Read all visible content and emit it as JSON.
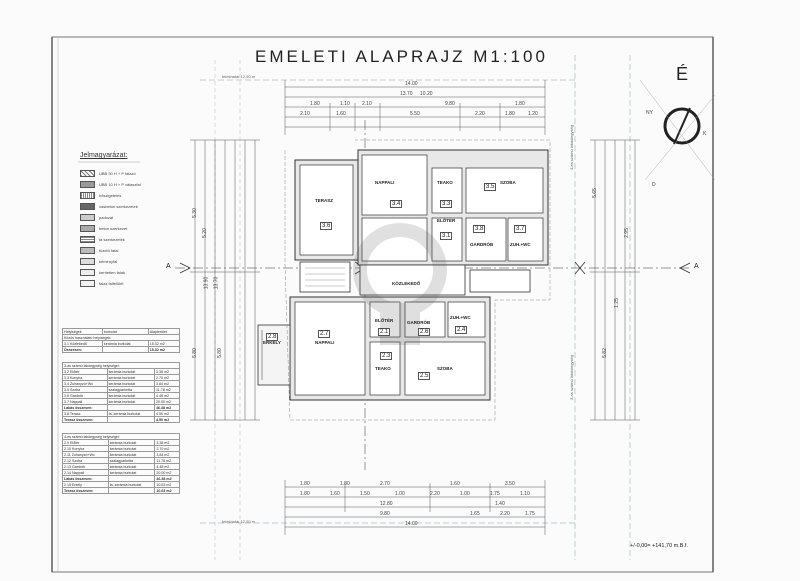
{
  "title": "EMELETI ALAPRAJZ M1:100",
  "compass": {
    "letter": "É",
    "labels": [
      "NY",
      "K",
      "D"
    ]
  },
  "section_marks": [
    "A",
    "A"
  ],
  "reference_lines": [
    "telekhatár 12.50 m",
    "telekhatár 12.50 m",
    "4-es számú lakáslegység",
    "3-as számú lakáslegység",
    "4-es számú lakáslegység",
    "3-as számú lakáslegység"
  ],
  "elevation_note": "+/-0,00= +141,70 m.B.f.",
  "legend": {
    "title": "Jelmagyarázat:",
    "items": [
      "UBB 30 H + P falazó",
      "UBB 10 H + P válaszfal",
      "hőszigetelés",
      "vasbeton szerkezetek",
      "padozat",
      "beton szerkezet",
      "fa szerkezetek",
      "tüzelő fafal",
      "kéményfal",
      "kerítetlen falak",
      "falaz falfelület"
    ]
  },
  "top_dims": {
    "overall": "14.00",
    "row2": [
      "13.70",
      "10.20"
    ],
    "row3": [
      "1.80",
      "1.10",
      "2.10",
      "9.80",
      "1.80"
    ],
    "row4": [
      "2.10",
      "1.60",
      "5.50",
      "2.20",
      "1.80",
      "1.20"
    ]
  },
  "bottom_dims": {
    "row1": [
      "1.80",
      "1.80",
      "2.70",
      "1.60",
      "3.50"
    ],
    "row2": [
      "1.80",
      "1.60",
      "1.50",
      "1.00",
      "2.20",
      "1.00",
      "1.75",
      "1.10"
    ],
    "row3": [
      "12.80",
      "1.40"
    ],
    "row4": [
      "9.80",
      "1.65",
      "2.20",
      "1.75"
    ],
    "overall": "14.00"
  },
  "side_dims_left": [
    "5.30",
    "5.20",
    "13.70",
    "13.90",
    "5.80",
    "5.80"
  ],
  "side_dims_right": [
    "5.65",
    "5.82",
    "1.25",
    "2.95"
  ],
  "rooms_upper": [
    {
      "num": "3.4",
      "name": "NAPPALI"
    },
    {
      "num": "3.3",
      "name": "TEAKO"
    },
    {
      "num": "3.5",
      "name": "SZOBA"
    },
    {
      "num": "3.6",
      "name": "TERASZ"
    },
    {
      "num": "3.1",
      "name": "ELŐTÉR"
    },
    {
      "num": "3.8",
      "name": "GARDRÓB"
    },
    {
      "num": "3.7",
      "name": "ZUH.+WC"
    }
  ],
  "corridor": {
    "name": "KÖZLEKEDŐ"
  },
  "rooms_lower": [
    {
      "num": "2.7",
      "name": "NAPPALI"
    },
    {
      "num": "2.3",
      "name": "TEAKO"
    },
    {
      "num": "2.5",
      "name": "SZOBA"
    },
    {
      "num": "2.8",
      "name": "ERKÉLY"
    },
    {
      "num": "2.1",
      "name": "ELŐTÉR"
    },
    {
      "num": "2.6",
      "name": "GARDRÓB"
    },
    {
      "num": "2.4",
      "name": "ZUH.+WC"
    }
  ],
  "table1": {
    "header": [
      "Helyiségek",
      "burkolat",
      "Alapterület"
    ],
    "section": "Közös használatú helyiségek:",
    "rows": [
      [
        "3.1 Közlekedő",
        "kerámia burkolat",
        "15.32 m2"
      ]
    ],
    "total": [
      "Összesen:",
      "",
      "15.32 m2"
    ]
  },
  "table2": {
    "section": "3-as számú lakóegység helyiségei:",
    "rows": [
      [
        "3.2 Előtér",
        "kerámia burkolat",
        "3.38 m2"
      ],
      [
        "3.3 Konyha",
        "kerámia burkolat",
        "2.70 m2"
      ],
      [
        "3.4 Zuhanyzó+Wc",
        "kerámia burkolat",
        "3.84 m2"
      ],
      [
        "3.5 Szoba",
        "szalagparketta",
        "11.78 m2"
      ],
      [
        "3.6 Gardrób",
        "kerámia burkolat",
        "4.48 m2"
      ],
      [
        "3.7 Nappali",
        "kerámia burkolat",
        "20.00 m2"
      ]
    ],
    "subtotal": [
      "Lakás összesen:",
      "",
      "46.38 m2"
    ],
    "terrace": [
      "3.8 Terasz",
      "fa, kerámia burkolat",
      "4.50 m2"
    ],
    "terrace_total": [
      "Terasz összesen:",
      "",
      "4.50 m2"
    ]
  },
  "table3": {
    "section": "4-es számú lakóegység helyiségei:",
    "rows": [
      [
        "2.9 Előtér",
        "kerámia burkolat",
        "3.38 m2"
      ],
      [
        "2.10 Konyha",
        "kerámia burkolat",
        "2.70 m2"
      ],
      [
        "2.11 Zuhanyzó+Wc",
        "kerámia burkolat",
        "3.84 m2"
      ],
      [
        "2.12 Szoba",
        "szalagparketta",
        "11.78 m2"
      ],
      [
        "2.13 Gardrób",
        "kerámia burkolat",
        "4.48 m2"
      ],
      [
        "2.14 Nappali",
        "kerámia burkolat",
        "20.00 m2"
      ]
    ],
    "subtotal": [
      "Lakás összesen:",
      "",
      "46.38 m2"
    ],
    "terrace": [
      "2.15 Erkély",
      "fa, kerámia burkolat",
      "10.63 m2"
    ],
    "terrace_total": [
      "Terasz összesen:",
      "",
      "10.63 m2"
    ]
  }
}
